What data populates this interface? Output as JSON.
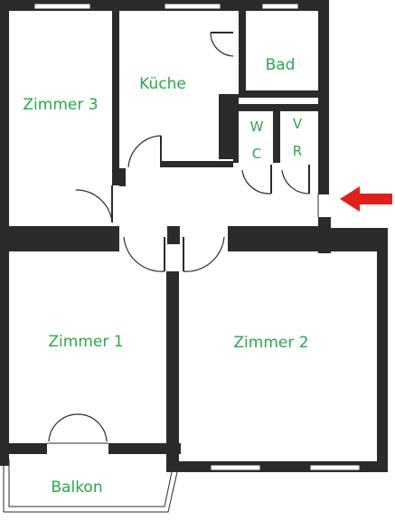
{
  "rooms": {
    "zimmer3": "Zimmer 3",
    "kueche": "Küche",
    "bad": "Bad",
    "wc_w": "W",
    "wc_c": "C",
    "vr_v": "V",
    "vr_r": "R",
    "zimmer1": "Zimmer 1",
    "zimmer2": "Zimmer 2",
    "balkon": "Balkon"
  },
  "colors": {
    "label": "#2aa84a",
    "wall": "#2b2b2b",
    "entrance_arrow": "#e0201b"
  },
  "icons": {
    "entrance": "arrow-left-icon"
  }
}
